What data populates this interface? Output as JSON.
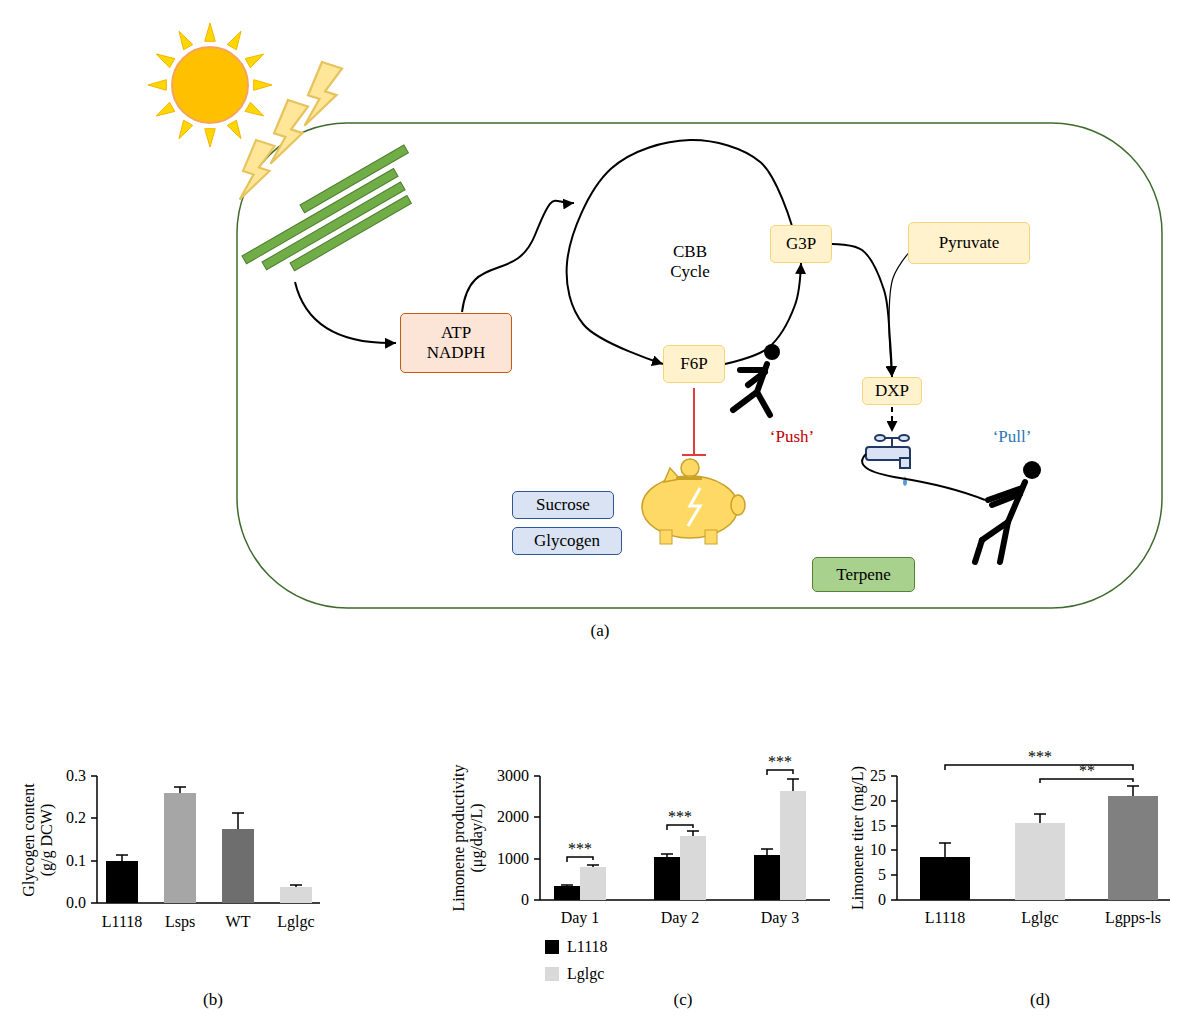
{
  "diagram": {
    "nodes": [
      {
        "text": [
          "ATP NADPH"
        ]
      },
      {
        "text": [
          "G3P"
        ]
      },
      {
        "text": [
          "Pyruvate"
        ]
      },
      {
        "text": [
          "F6P"
        ]
      },
      {
        "text": [
          "DXP"
        ]
      },
      {
        "text": [
          "Sucrose"
        ]
      },
      {
        "text": [
          "Glycogen"
        ]
      },
      {
        "text": [
          "Terpene"
        ]
      }
    ],
    "edges": [
      {
        "from": 1,
        "to": 3,
        "arrow": "to"
      },
      {
        "from": 3,
        "to": 1,
        "arrow": "to"
      },
      {
        "from": 1,
        "to": 4,
        "arrow": "to"
      },
      {
        "from": 2,
        "to": 4,
        "arrow": "to"
      }
    ],
    "labels": [
      "CBB Cycle",
      "‘Push’",
      "‘Pull’",
      "(a)",
      "(b)",
      "(c)",
      "(d)",
      "Glycogen content (g/g DCW)",
      "0.0",
      "0.1",
      "0.2",
      "0.3",
      "L1118",
      "Lsps",
      "WT",
      "Lglgc",
      "Limonene productivity (μg/day/L)",
      "0",
      "1000",
      "2000",
      "3000",
      "Day 1",
      "Day 2",
      "Day 3",
      "***",
      "***",
      "***",
      "Limonene titer (mg/L)",
      "0",
      "5",
      "10",
      "15",
      "20",
      "25",
      "L1118",
      "Lglgc",
      "Lgpps-ls",
      "***",
      "**"
    ],
    "legend": [
      {
        "text": "L1118",
        "color": "#000000"
      },
      {
        "text": "Lglgc",
        "color": "#d9d9d9"
      }
    ]
  }
}
